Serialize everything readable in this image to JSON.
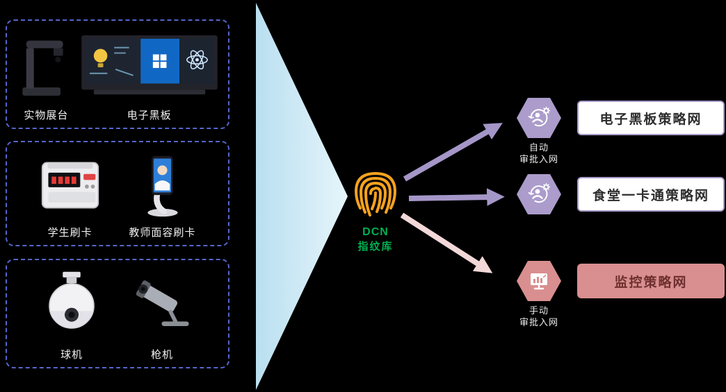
{
  "colors": {
    "background": "#000000",
    "dashed_border_blue": "#5566cc",
    "funnel_blue": "#bfe2f3",
    "fingerprint_orange": "#f6a21e",
    "dcn_green": "#00b050",
    "arrow_purple": "#a596c8",
    "arrow_pink": "#f2d8d8",
    "hexagon_purple": "#ab9ccb",
    "hexagon_pink": "#d98f8f",
    "policy_border_purple": "#a89bca",
    "monitor_box_bg": "#d98f8f"
  },
  "left_groups": [
    {
      "items": [
        {
          "icon": "document-camera-icon",
          "label": "实物展台"
        },
        {
          "icon": "smart-board-icon",
          "label": "电子黑板"
        }
      ]
    },
    {
      "items": [
        {
          "icon": "card-reader-icon",
          "label": "学生刷卡"
        },
        {
          "icon": "face-scan-stand-icon",
          "label": "教师面容刷卡"
        }
      ]
    },
    {
      "items": [
        {
          "icon": "dome-camera-icon",
          "label": "球机"
        },
        {
          "icon": "bullet-camera-icon",
          "label": "枪机"
        }
      ]
    }
  ],
  "center": {
    "icon": "fingerprint-icon",
    "title": "DCN",
    "subtitle": "指纹库"
  },
  "flows": [
    {
      "hex_icon": "automation-gear-icon",
      "approval_line1": "自动",
      "approval_line2": "审批入网",
      "target": "电子黑板策略网",
      "style": "purple"
    },
    {
      "hex_icon": "automation-gear-icon",
      "target": "食堂一卡通策略网",
      "style": "purple"
    },
    {
      "hex_icon": "monitor-chart-icon",
      "approval_line1": "手动",
      "approval_line2": "审批入网",
      "target": "监控策略网",
      "style": "pink"
    }
  ]
}
